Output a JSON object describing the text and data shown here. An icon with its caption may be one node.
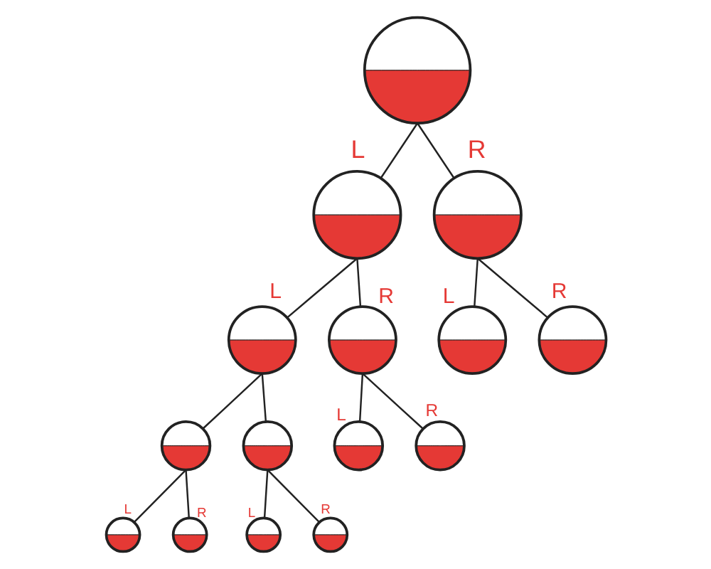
{
  "diagram": {
    "nodes": [
      {
        "text": [],
        "shape": "person"
      },
      {
        "text": [],
        "shape": "person",
        "beside": [
          "L"
        ]
      },
      {
        "text": [],
        "shape": "person",
        "beside": [
          "R"
        ]
      },
      {
        "text": [],
        "shape": "person",
        "beside": [
          "L"
        ]
      },
      {
        "text": [],
        "shape": "person",
        "beside": [
          "R"
        ]
      },
      {
        "text": [],
        "shape": "person",
        "beside": [
          "L"
        ]
      },
      {
        "text": [],
        "shape": "person",
        "beside": [
          "R"
        ]
      },
      {
        "text": [],
        "shape": "person"
      },
      {
        "text": [],
        "shape": "person"
      },
      {
        "text": [],
        "shape": "person",
        "beside": [
          "L"
        ]
      },
      {
        "text": [],
        "shape": "person",
        "beside": [
          "R"
        ]
      },
      {
        "text": [],
        "shape": "person",
        "beside": [
          "L"
        ]
      },
      {
        "text": [],
        "shape": "person",
        "beside": [
          "R"
        ]
      },
      {
        "text": [],
        "shape": "person",
        "beside": [
          "L"
        ]
      },
      {
        "text": [],
        "shape": "person",
        "beside": [
          "R"
        ]
      }
    ],
    "edges": [
      {
        "from": 0,
        "to": 1,
        "arrow": "none"
      },
      {
        "from": 0,
        "to": 2,
        "arrow": "none"
      },
      {
        "from": 1,
        "to": 3,
        "arrow": "none"
      },
      {
        "from": 1,
        "to": 4,
        "arrow": "none"
      },
      {
        "from": 2,
        "to": 5,
        "arrow": "none"
      },
      {
        "from": 2,
        "to": 6,
        "arrow": "none"
      },
      {
        "from": 3,
        "to": 7,
        "arrow": "none"
      },
      {
        "from": 3,
        "to": 8,
        "arrow": "none"
      },
      {
        "from": 4,
        "to": 9,
        "arrow": "none"
      },
      {
        "from": 4,
        "to": 10,
        "arrow": "none"
      },
      {
        "from": 7,
        "to": 11,
        "arrow": "none"
      },
      {
        "from": 7,
        "to": 12,
        "arrow": "none"
      },
      {
        "from": 8,
        "to": 13,
        "arrow": "none"
      },
      {
        "from": 8,
        "to": 14,
        "arrow": "none"
      }
    ]
  }
}
